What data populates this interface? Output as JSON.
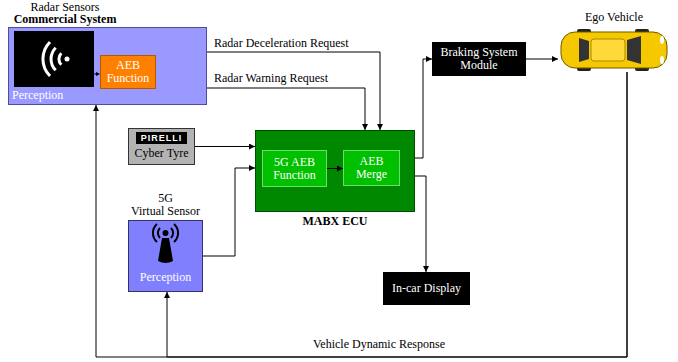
{
  "diagram": {
    "nodes": [
      {
        "text": [
          "Radar Sensors",
          "Commercial System",
          "Perception"
        ]
      },
      {
        "text": [
          "AEB Function"
        ],
        "in": 0
      },
      {
        "text": [
          "PIRELLI",
          "Cyber Tyre"
        ]
      },
      {
        "text": [
          "MABX ECU"
        ]
      },
      {
        "text": [
          "5G AEB Function"
        ],
        "in": 3
      },
      {
        "text": [
          "AEB Merge"
        ],
        "in": 3
      },
      {
        "text": [
          "5G",
          "Virtual Sensor",
          "Perception"
        ]
      },
      {
        "text": [
          "Braking System Module"
        ]
      },
      {
        "text": [
          "In-car Display"
        ]
      },
      {
        "text": [
          "Ego Vehicle"
        ]
      }
    ],
    "edges": [
      {
        "from": 0,
        "to": 3,
        "label": "Radar Deceleration Request",
        "arrow": "to"
      },
      {
        "from": 0,
        "to": 3,
        "label": "Radar Warning Request",
        "arrow": "to"
      },
      {
        "from": 2,
        "to": 3,
        "arrow": "to"
      },
      {
        "from": 6,
        "to": 3,
        "arrow": "to"
      },
      {
        "from": 4,
        "to": 5,
        "arrow": "to"
      },
      {
        "from": 3,
        "to": 7,
        "arrow": "to"
      },
      {
        "from": 3,
        "to": 8,
        "arrow": "to"
      },
      {
        "from": 7,
        "to": 9,
        "arrow": "to"
      },
      {
        "from": 9,
        "to": 0,
        "label": "Vehicle Dynamic Response",
        "arrow": "to"
      },
      {
        "from": 9,
        "to": 6,
        "arrow": "to"
      }
    ]
  }
}
